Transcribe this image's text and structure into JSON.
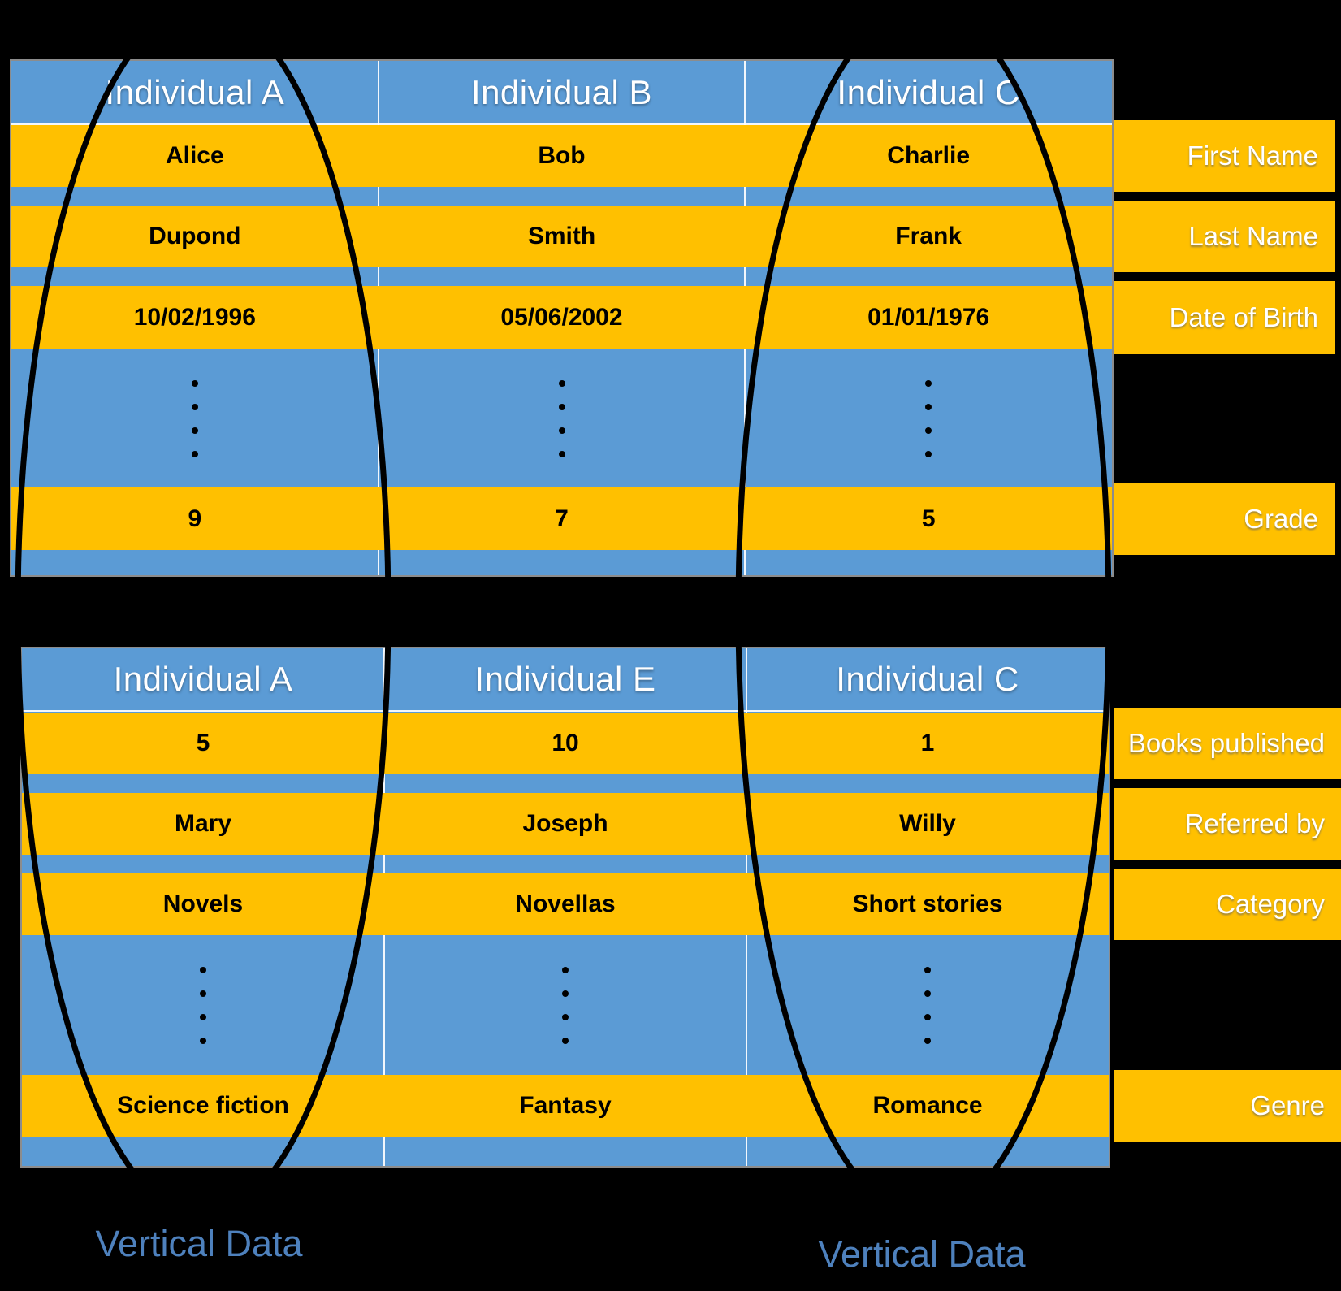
{
  "colors": {
    "table_blue": "#5B9BD5",
    "row_yellow": "#FFC000",
    "background": "#000000",
    "caption_blue": "#4E81BD",
    "divider_white": "#FFFFFF",
    "ellipse_black": "#000000",
    "header_text": "#FFFFFF",
    "label_text": "#FFFFFF",
    "cell_text": "#000000"
  },
  "top_table": {
    "columns": [
      "Individual A",
      "Individual B",
      "Individual C"
    ],
    "rows": [
      {
        "label": "First Name",
        "values": [
          "Alice",
          "Bob",
          "Charlie"
        ]
      },
      {
        "label": "Last Name",
        "values": [
          "Dupond",
          "Smith",
          "Frank"
        ]
      },
      {
        "label": "Date of Birth",
        "values": [
          "10/02/1996",
          "05/06/2002",
          "01/01/1976"
        ]
      },
      {
        "type": "dots"
      },
      {
        "label": "Grade",
        "values": [
          "9",
          "7",
          "5"
        ]
      }
    ]
  },
  "bottom_table": {
    "columns": [
      "Individual A",
      "Individual E",
      "Individual C"
    ],
    "rows": [
      {
        "label": "Books published",
        "values": [
          "5",
          "10",
          "1"
        ]
      },
      {
        "label": "Referred by",
        "values": [
          "Mary",
          "Joseph",
          "Willy"
        ]
      },
      {
        "label": "Category",
        "values": [
          "Novels",
          "Novellas",
          "Short stories"
        ]
      },
      {
        "type": "dots"
      },
      {
        "label": "Genre",
        "values": [
          "Science fiction",
          "Fantasy",
          "Romance"
        ]
      }
    ]
  },
  "captions": {
    "left": "Vertical Data",
    "right": "Vertical Data"
  }
}
